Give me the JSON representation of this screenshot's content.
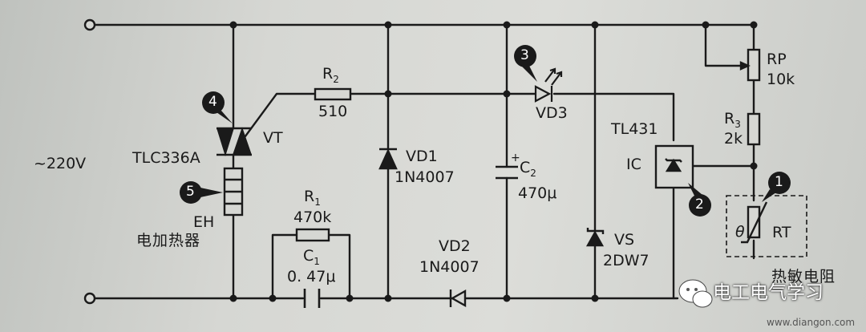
{
  "labels": {
    "supply": "~220V",
    "triac_model": "TLC336A",
    "triac_ref": "VT",
    "heater_ref": "EH",
    "heater_name": "电加热器",
    "r2_ref": "R",
    "r2_sub": "2",
    "r2_value": "510",
    "r1_ref": "R",
    "r1_sub": "1",
    "r1_value": "470k",
    "c1_ref": "C",
    "c1_sub": "1",
    "c1_value": "0. 47μ",
    "vd1_ref": "VD1",
    "vd1_model": "1N4007",
    "vd2_ref": "VD2",
    "vd2_model": "1N4007",
    "c2_plus": "+",
    "c2_ref": "C",
    "c2_sub": "2",
    "c2_value": "470μ",
    "vd3_ref": "VD3",
    "ic_model": "TL431",
    "ic_ref": "IC",
    "vs_ref": "VS",
    "vs_model": "2DW7",
    "rp_ref": "RP",
    "rp_value": "10k",
    "r3_ref": "R",
    "r3_sub": "3",
    "r3_value": "2k",
    "rt_theta": "θ",
    "rt_ref": "RT",
    "rt_name": "热敏电阻"
  },
  "callouts": [
    "1",
    "2",
    "3",
    "4",
    "5"
  ],
  "watermark": {
    "text": "电工电气学习",
    "url": "www.diangon.com"
  },
  "colors": {
    "ink": "#1a1a1a",
    "paper": "#d6d7d3"
  }
}
